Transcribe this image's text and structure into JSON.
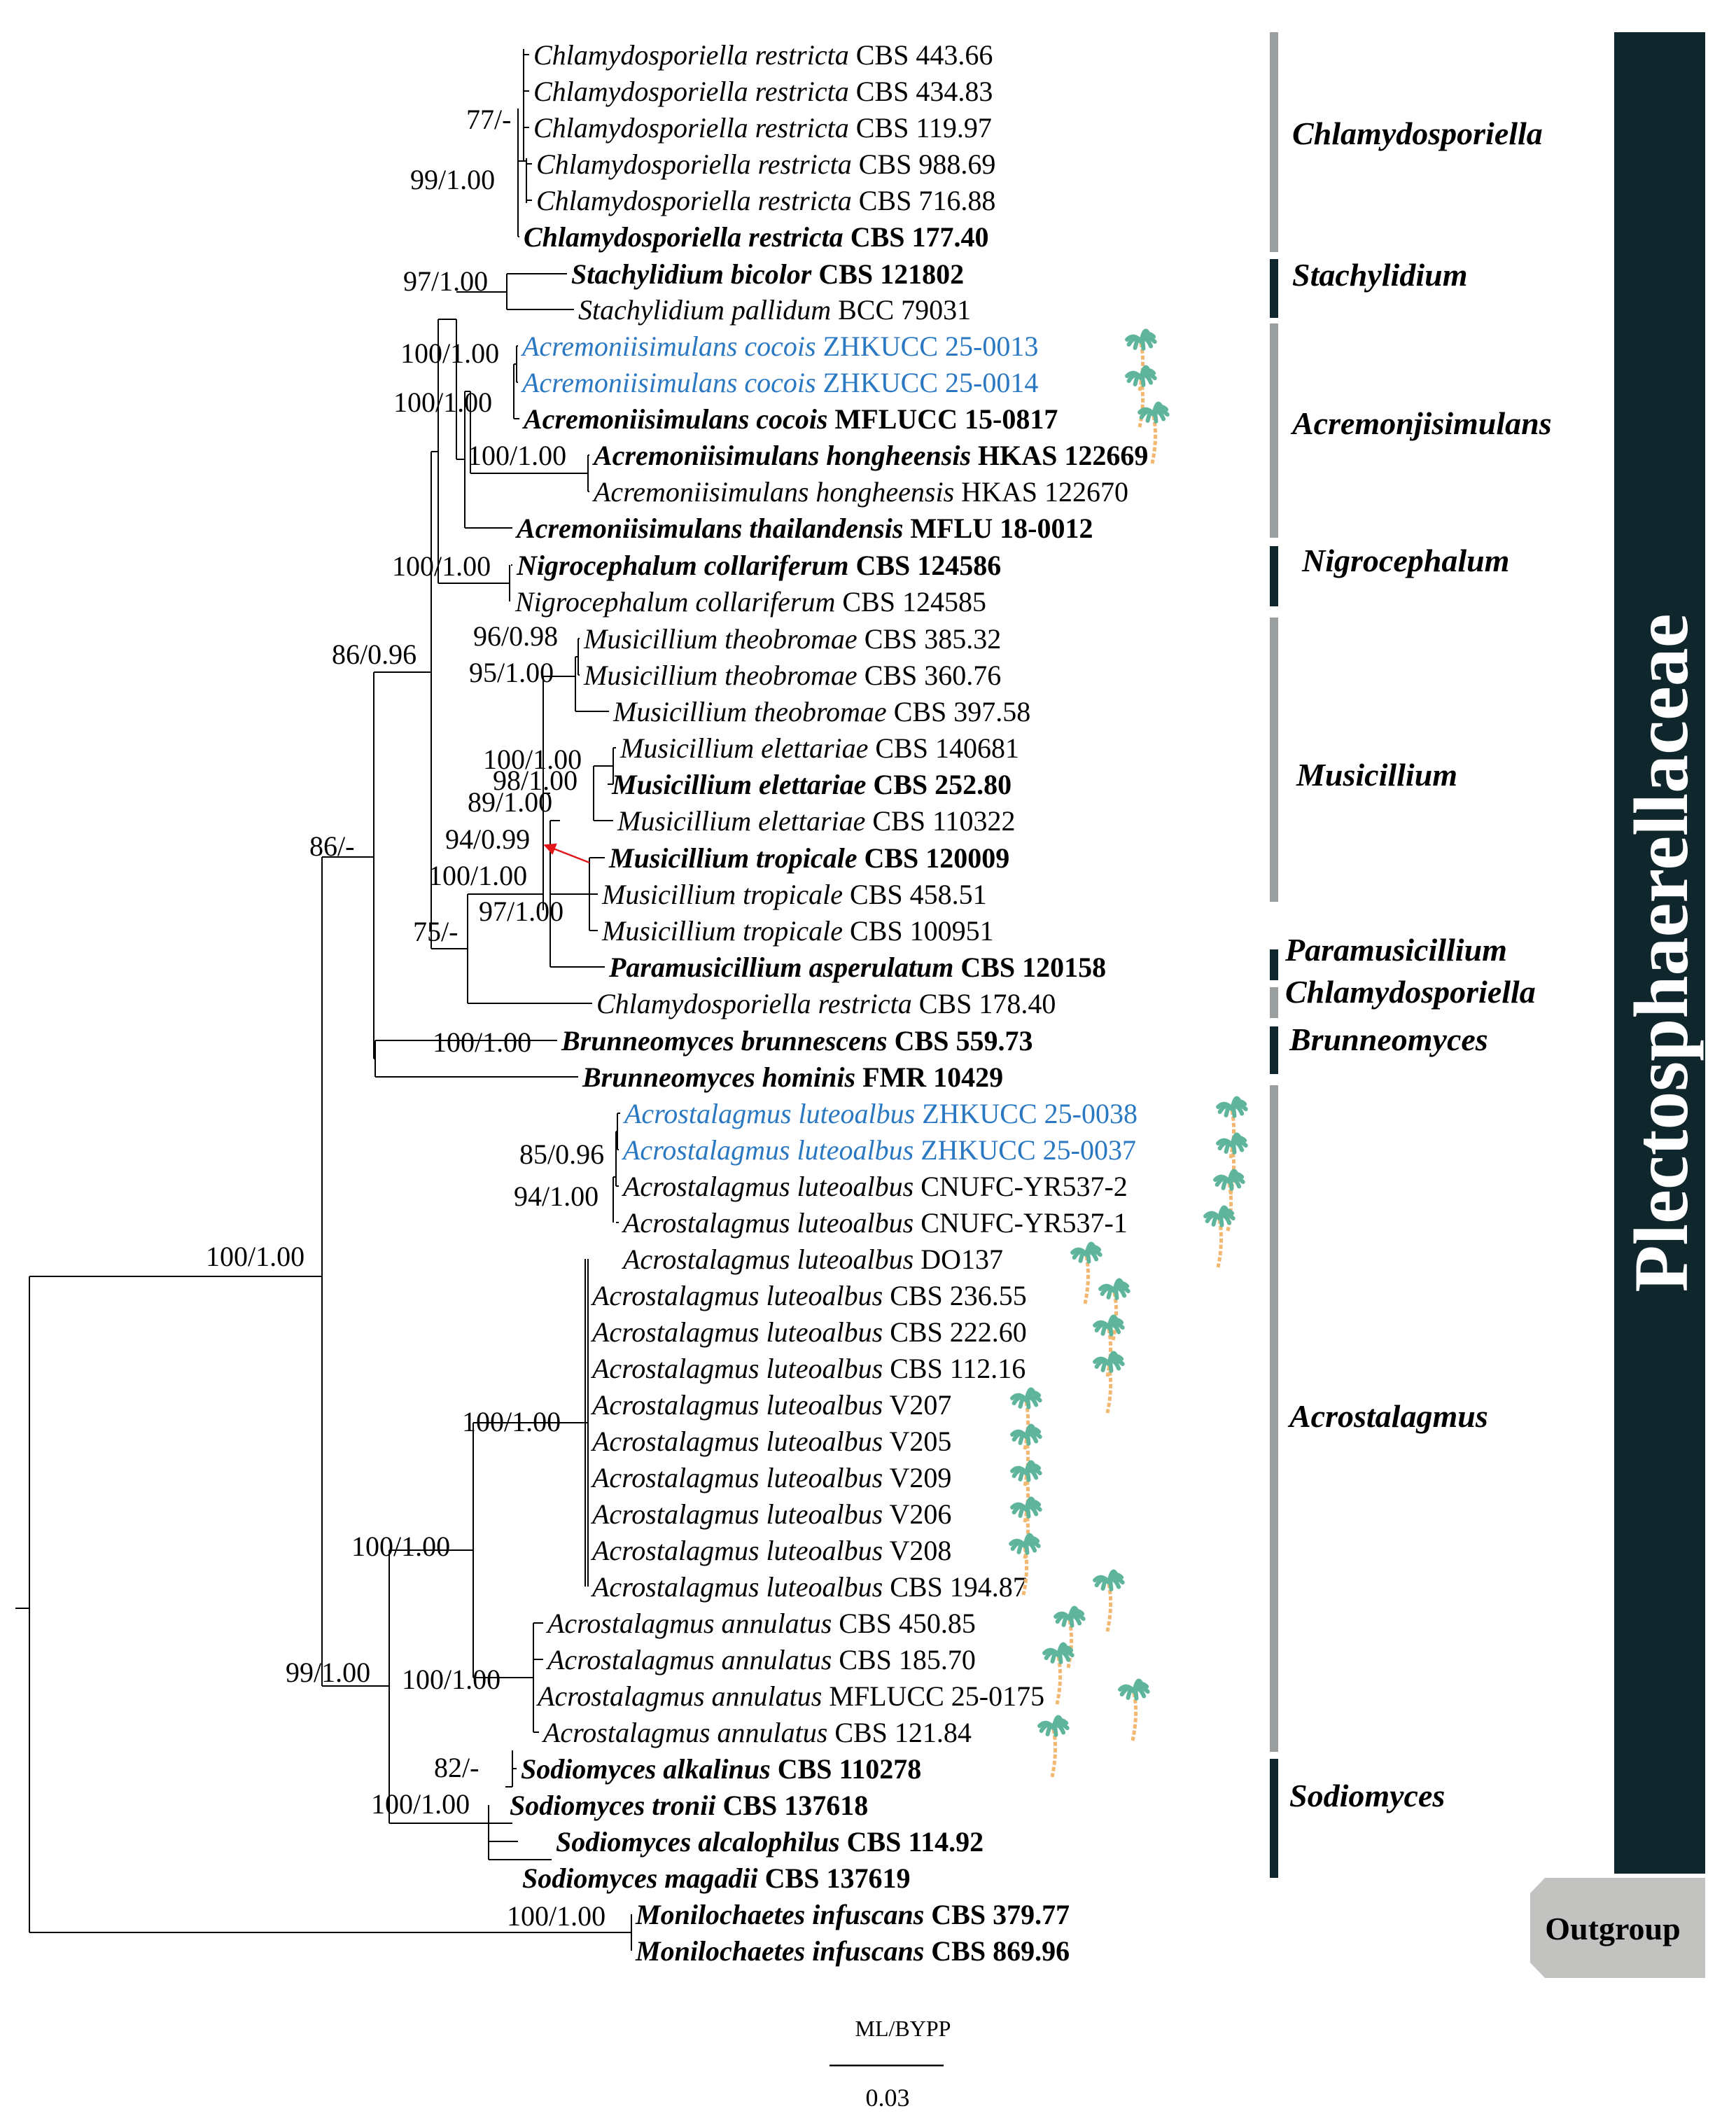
{
  "taxa": [
    {
      "genus": "Chlamydosporiella",
      "species": "restricta",
      "strain": "CBS 443.66",
      "bold": false,
      "highlight": false,
      "palm": false
    },
    {
      "genus": "Chlamydosporiella",
      "species": "restricta",
      "strain": "CBS 434.83",
      "bold": false,
      "highlight": false,
      "palm": false
    },
    {
      "genus": "Chlamydosporiella",
      "species": "restricta",
      "strain": "CBS 119.97",
      "bold": false,
      "highlight": false,
      "palm": false
    },
    {
      "genus": "Chlamydosporiella",
      "species": "restricta",
      "strain": "CBS 988.69",
      "bold": false,
      "highlight": false,
      "palm": false
    },
    {
      "genus": "Chlamydosporiella",
      "species": "restricta",
      "strain": "CBS 716.88",
      "bold": false,
      "highlight": false,
      "palm": false
    },
    {
      "genus": "Chlamydosporiella",
      "species": "restricta",
      "strain": "CBS 177.40",
      "bold": true,
      "highlight": false,
      "palm": false
    },
    {
      "genus": "Stachylidium",
      "species": "bicolor",
      "strain": "CBS 121802",
      "bold": true,
      "highlight": false,
      "palm": false
    },
    {
      "genus": "Stachylidium",
      "species": "pallidum",
      "strain": "BCC 79031",
      "bold": false,
      "highlight": false,
      "palm": false
    },
    {
      "genus": "Acremoniisimulans",
      "species": "cocois",
      "strain": "ZHKUCC 25-0013",
      "bold": false,
      "highlight": true,
      "palm": true
    },
    {
      "genus": "Acremoniisimulans",
      "species": "cocois",
      "strain": "ZHKUCC 25-0014",
      "bold": false,
      "highlight": true,
      "palm": true
    },
    {
      "genus": "Acremoniisimulans",
      "species": "cocois",
      "strain": "MFLUCC 15-0817",
      "bold": true,
      "highlight": false,
      "palm": true
    },
    {
      "genus": "Acremoniisimulans",
      "species": "hongheensis",
      "strain": "HKAS 122669",
      "bold": true,
      "highlight": false,
      "palm": false
    },
    {
      "genus": "Acremoniisimulans",
      "species": "hongheensis",
      "strain": "HKAS 122670",
      "bold": false,
      "highlight": false,
      "palm": false
    },
    {
      "genus": "Acremoniisimulans",
      "species": "thailandensis",
      "strain": "MFLU 18-0012",
      "bold": true,
      "highlight": false,
      "palm": false
    },
    {
      "genus": "Nigrocephalum",
      "species": "collariferum",
      "strain": "CBS 124586",
      "bold": true,
      "highlight": false,
      "palm": false
    },
    {
      "genus": "Nigrocephalum",
      "species": "collariferum",
      "strain": "CBS 124585",
      "bold": false,
      "highlight": false,
      "palm": false
    },
    {
      "genus": "Musicillium",
      "species": "theobromae",
      "strain": "CBS 385.32",
      "bold": false,
      "highlight": false,
      "palm": false
    },
    {
      "genus": "Musicillium",
      "species": "theobromae",
      "strain": "CBS 360.76",
      "bold": false,
      "highlight": false,
      "palm": false
    },
    {
      "genus": "Musicillium",
      "species": "theobromae",
      "strain": "CBS 397.58",
      "bold": false,
      "highlight": false,
      "palm": false
    },
    {
      "genus": "Musicillium",
      "species": "elettariae",
      "strain": "CBS 140681",
      "bold": false,
      "highlight": false,
      "palm": false
    },
    {
      "genus": "Musicillium",
      "species": "elettariae",
      "strain": "CBS 252.80",
      "bold": true,
      "highlight": false,
      "palm": false
    },
    {
      "genus": "Musicillium",
      "species": "elettariae",
      "strain": "CBS 110322",
      "bold": false,
      "highlight": false,
      "palm": false
    },
    {
      "genus": "Musicillium",
      "species": "tropicale",
      "strain": "CBS 120009",
      "bold": true,
      "highlight": false,
      "palm": false
    },
    {
      "genus": "Musicillium",
      "species": "tropicale",
      "strain": "CBS 458.51",
      "bold": false,
      "highlight": false,
      "palm": false
    },
    {
      "genus": "Musicillium",
      "species": "tropicale",
      "strain": "CBS 100951",
      "bold": false,
      "highlight": false,
      "palm": false
    },
    {
      "genus": "Paramusicillium",
      "species": "asperulatum",
      "strain": "CBS 120158",
      "bold": true,
      "highlight": false,
      "palm": false
    },
    {
      "genus": "Chlamydosporiella",
      "species": "restricta",
      "strain": "CBS 178.40",
      "bold": false,
      "highlight": false,
      "palm": false
    },
    {
      "genus": "Brunneomyces",
      "species": "brunnescens",
      "strain": "CBS 559.73",
      "bold": true,
      "highlight": false,
      "palm": false
    },
    {
      "genus": "Brunneomyces",
      "species": "hominis",
      "strain": "FMR 10429",
      "bold": true,
      "highlight": false,
      "palm": false
    },
    {
      "genus": "Acrostalagmus",
      "species": "luteoalbus",
      "strain": "ZHKUCC 25-0038",
      "bold": false,
      "highlight": true,
      "palm": true
    },
    {
      "genus": "Acrostalagmus",
      "species": "luteoalbus",
      "strain": "ZHKUCC 25-0037",
      "bold": false,
      "highlight": true,
      "palm": true
    },
    {
      "genus": "Acrostalagmus",
      "species": "luteoalbus",
      "strain": "CNUFC-YR537-2",
      "bold": false,
      "highlight": false,
      "palm": true
    },
    {
      "genus": "Acrostalagmus",
      "species": "luteoalbus",
      "strain": "CNUFC-YR537-1",
      "bold": false,
      "highlight": false,
      "palm": true
    },
    {
      "genus": "Acrostalagmus",
      "species": "luteoalbus",
      "strain": "DO137",
      "bold": false,
      "highlight": false,
      "palm": true
    },
    {
      "genus": "Acrostalagmus",
      "species": "luteoalbus",
      "strain": "CBS 236.55",
      "bold": false,
      "highlight": false,
      "palm": true
    },
    {
      "genus": "Acrostalagmus",
      "species": "luteoalbus",
      "strain": "CBS 222.60",
      "bold": false,
      "highlight": false,
      "palm": true
    },
    {
      "genus": "Acrostalagmus",
      "species": "luteoalbus",
      "strain": "CBS 112.16",
      "bold": false,
      "highlight": false,
      "palm": true
    },
    {
      "genus": "Acrostalagmus",
      "species": "luteoalbus",
      "strain": "V207",
      "bold": false,
      "highlight": false,
      "palm": true
    },
    {
      "genus": "Acrostalagmus",
      "species": "luteoalbus",
      "strain": "V205",
      "bold": false,
      "highlight": false,
      "palm": true
    },
    {
      "genus": "Acrostalagmus",
      "species": "luteoalbus",
      "strain": "V209",
      "bold": false,
      "highlight": false,
      "palm": true
    },
    {
      "genus": "Acrostalagmus",
      "species": "luteoalbus",
      "strain": "V206",
      "bold": false,
      "highlight": false,
      "palm": true
    },
    {
      "genus": "Acrostalagmus",
      "species": "luteoalbus",
      "strain": "V208",
      "bold": false,
      "highlight": false,
      "palm": true
    },
    {
      "genus": "Acrostalagmus",
      "species": "luteoalbus",
      "strain": "CBS 194.87",
      "bold": false,
      "highlight": false,
      "palm": true
    },
    {
      "genus": "Acrostalagmus",
      "species": "annulatus",
      "strain": "CBS 450.85",
      "bold": false,
      "highlight": false,
      "palm": true
    },
    {
      "genus": "Acrostalagmus",
      "species": "annulatus",
      "strain": "CBS 185.70",
      "bold": false,
      "highlight": false,
      "palm": true
    },
    {
      "genus": "Acrostalagmus",
      "species": "annulatus",
      "strain": "MFLUCC 25-0175",
      "bold": false,
      "highlight": false,
      "palm": true
    },
    {
      "genus": "Acrostalagmus",
      "species": "annulatus",
      "strain": "CBS 121.84",
      "bold": false,
      "highlight": false,
      "palm": true
    },
    {
      "genus": "Sodiomyces",
      "species": "alkalinus",
      "strain": "CBS 110278",
      "bold": true,
      "highlight": false,
      "palm": false
    },
    {
      "genus": "Sodiomyces",
      "species": "tronii",
      "strain": "CBS 137618",
      "bold": true,
      "highlight": false,
      "palm": false
    },
    {
      "genus": "Sodiomyces",
      "species": "alcalophilus",
      "strain": "CBS 114.92",
      "bold": true,
      "highlight": false,
      "palm": false
    },
    {
      "genus": "Sodiomyces",
      "species": "magadii",
      "strain": "CBS 137619",
      "bold": true,
      "highlight": false,
      "palm": false
    },
    {
      "genus": "Monilochaetes",
      "species": "infuscans",
      "strain": "CBS 379.77",
      "bold": true,
      "highlight": false,
      "palm": false
    },
    {
      "genus": "Monilochaetes",
      "species": "infuscans",
      "strain": "CBS 869.96",
      "bold": true,
      "highlight": false,
      "palm": false
    }
  ],
  "support_values": [
    "77/-",
    "99/1.00",
    "97/1.00",
    "100/1.00",
    "100/1.00",
    "100/1.00",
    "100/1.00",
    "86/0.96",
    "96/0.98",
    "95/1.00",
    "100/1.00",
    "98/1.00",
    "89/1.00",
    "94/0.99",
    "100/1.00",
    "97/1.00",
    "75/-",
    "86/-",
    "100/1.00",
    "85/0.96",
    "94/1.00",
    "100/1.00",
    "100/1.00",
    "100/1.00",
    "99/1.00",
    "82/-",
    "100/1.00",
    "100/1.00",
    "100/1.00"
  ],
  "clades": [
    "Chlamydosporiella",
    "Stachylidium",
    "Acremonjisimulans",
    "Nigrocephalum",
    "Musicillium",
    "Paramusicillium",
    "Chlamydosporiella",
    "Brunneomyces",
    "Acrostalagmus",
    "Sodiomyces"
  ],
  "family": "Plectosphaerellaceae",
  "outgroup": "Outgroup",
  "legend": "ML/BYPP",
  "scale": "0.03",
  "colors": {
    "highlight": "#2a78c2",
    "family_bar": "#10262d",
    "clade_gray": "#9aa0a0",
    "clade_dark": "#10262d",
    "outgroup_box": "#c2c2c0",
    "arrow": "#e0161b",
    "palm_leaf": "#5fb59c",
    "palm_trunk": "#f2b872"
  },
  "icon": "palm-tree-icon"
}
